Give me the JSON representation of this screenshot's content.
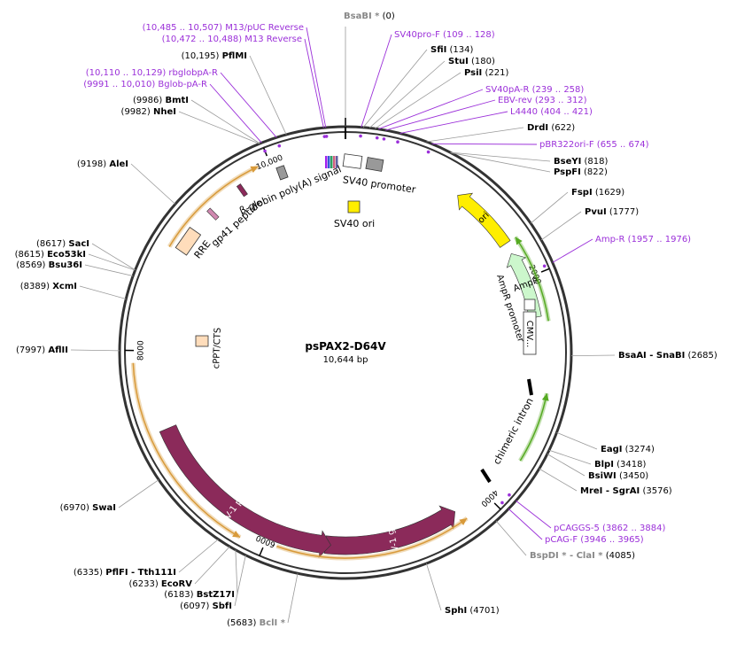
{
  "plasmid": {
    "name": "psPAX2-D64V",
    "size_label": "10,644 bp",
    "length": 10644
  },
  "colors": {
    "enzyme": "#000000",
    "primer": "#9b30d9",
    "gray_enzyme": "#888888",
    "hiv": "#8b2a5a",
    "ori": "#ffee00",
    "ampr": "#ccf7cc",
    "green_arrow": "#55aa22",
    "orange_arrow": "#d89a3a",
    "rre": "#ffddbb",
    "cppt": "#ffddbb"
  },
  "ticks": [
    {
      "pos": 2000,
      "label": "2000"
    },
    {
      "pos": 4000,
      "label": "4000"
    },
    {
      "pos": 6000,
      "label": "6000"
    },
    {
      "pos": 8000,
      "label": "8000"
    },
    {
      "pos": 10000,
      "label": "10,000"
    }
  ],
  "enzymes_right": [
    {
      "name": "BsaBI *",
      "coord": "(0)",
      "pos": 0,
      "gray": true
    },
    {
      "name": "SfiI",
      "coord": "(134)",
      "pos": 134
    },
    {
      "name": "StuI",
      "coord": "(180)",
      "pos": 180
    },
    {
      "name": "PsiI",
      "coord": "(221)",
      "pos": 221
    },
    {
      "name": "DrdI",
      "coord": "(622)",
      "pos": 622
    },
    {
      "name": "BseYI",
      "coord": "(818)",
      "pos": 818
    },
    {
      "name": "PspFI",
      "coord": "(822)",
      "pos": 822
    },
    {
      "name": "FspI",
      "coord": "(1629)",
      "pos": 1629
    },
    {
      "name": "PvuI",
      "coord": "(1777)",
      "pos": 1777
    },
    {
      "name": "BsaAI - SnaBI",
      "coord": "(2685)",
      "pos": 2685
    },
    {
      "name": "EagI",
      "coord": "(3274)",
      "pos": 3274
    },
    {
      "name": "BlpI",
      "coord": "(3418)",
      "pos": 3418
    },
    {
      "name": "BsiWI",
      "coord": "(3450)",
      "pos": 3450
    },
    {
      "name": "MreI - SgrAI",
      "coord": "(3576)",
      "pos": 3576
    },
    {
      "name": "BspDI * - ClaI *",
      "coord": "(4085)",
      "pos": 4085,
      "gray": true
    },
    {
      "name": "SphI",
      "coord": "(4701)",
      "pos": 4701
    }
  ],
  "enzymes_left": [
    {
      "name": "BclI *",
      "coord": "(5683)",
      "pos": 5683,
      "gray": true
    },
    {
      "name": "SbfI",
      "coord": "(6097)",
      "pos": 6097
    },
    {
      "name": "BstZ17I",
      "coord": "(6183)",
      "pos": 6183
    },
    {
      "name": "EcoRV",
      "coord": "(6233)",
      "pos": 6233
    },
    {
      "name": "PflFI - Tth111I",
      "coord": "(6335)",
      "pos": 6335
    },
    {
      "name": "SwaI",
      "coord": "(6970)",
      "pos": 6970
    },
    {
      "name": "AflII",
      "coord": "(7997)",
      "pos": 7997
    },
    {
      "name": "XcmI",
      "coord": "(8389)",
      "pos": 8389
    },
    {
      "name": "Bsu36I",
      "coord": "(8569)",
      "pos": 8569
    },
    {
      "name": "Eco53kI",
      "coord": "(8615)",
      "pos": 8615
    },
    {
      "name": "SacI",
      "coord": "(8617)",
      "pos": 8617
    },
    {
      "name": "AleI",
      "coord": "(9198)",
      "pos": 9198
    },
    {
      "name": "NheI",
      "coord": "(9982)",
      "pos": 9982
    },
    {
      "name": "BmtI",
      "coord": "(9986)",
      "pos": 9986
    },
    {
      "name": "PflMI",
      "coord": "(10,195)",
      "pos": 10195
    }
  ],
  "primers": [
    {
      "name": "SV40pro-F",
      "coord": "(109 .. 128)",
      "pos": 118
    },
    {
      "name": "SV40pA-R",
      "coord": "(239 .. 258)",
      "pos": 248
    },
    {
      "name": "EBV-rev",
      "coord": "(293 .. 312)",
      "pos": 302
    },
    {
      "name": "L4440",
      "coord": "(404 .. 421)",
      "pos": 412
    },
    {
      "name": "pBR322ori-F",
      "coord": "(655 .. 674)",
      "pos": 664
    },
    {
      "name": "Amp-R",
      "coord": "(1957 .. 1976)",
      "pos": 1966
    },
    {
      "name": "pCAGGS-5",
      "coord": "(3862 .. 3884)",
      "pos": 3873
    },
    {
      "name": "pCAG-F",
      "coord": "(3946 .. 3965)",
      "pos": 3955
    },
    {
      "name": "Bglob-pA-R",
      "coord": "(9991 .. 10,010)",
      "pos": 10000,
      "left": true
    },
    {
      "name": "rbglobpA-R",
      "coord": "(10,110 .. 10,129)",
      "pos": 10119,
      "left": true
    },
    {
      "name": "M13 Reverse",
      "coord": "(10,472 .. 10,488)",
      "pos": 10480,
      "left": true
    },
    {
      "name": "M13/pUC Reverse",
      "coord": "(10,485 .. 10,507)",
      "pos": 10496,
      "left": true
    }
  ],
  "features": [
    {
      "name": "HIV-1 gag",
      "start": 4300,
      "end": 5500,
      "r": 218,
      "w": 20,
      "color": "#8b2a5a",
      "dir": -1,
      "textColor": "#ffffff"
    },
    {
      "name": "HIV-1 pol",
      "start": 5450,
      "end": 7300,
      "r": 218,
      "w": 20,
      "color": "#8b2a5a",
      "dir": -1,
      "textColor": "#ffffff"
    },
    {
      "name": "ori",
      "start": 1050,
      "end": 1650,
      "r": 218,
      "w": 14,
      "color": "#ffee00",
      "dir": -1,
      "textColor": "#000000"
    },
    {
      "name": "AmpR",
      "start": 1750,
      "end": 2350,
      "r": 218,
      "w": 14,
      "color": "#ccf7cc",
      "dir": -1,
      "textColor": "#000000"
    }
  ],
  "labels": {
    "sv40_promoter": "SV40 promoter",
    "sv40_ori": "SV40 ori",
    "bglobin": "β-globin poly(A) signal",
    "gp41": "gp41 peptide",
    "rre": "RRE",
    "cppt": "cPPT/CTS",
    "ampr_promoter": "AmpR promoter",
    "cmv": "CMV...",
    "chimeric_intron": "chimeric intron",
    "ori": "ori",
    "ampr": "AmpR",
    "gag": "HIV-1 gag",
    "pol": "HIV-1 pol"
  }
}
